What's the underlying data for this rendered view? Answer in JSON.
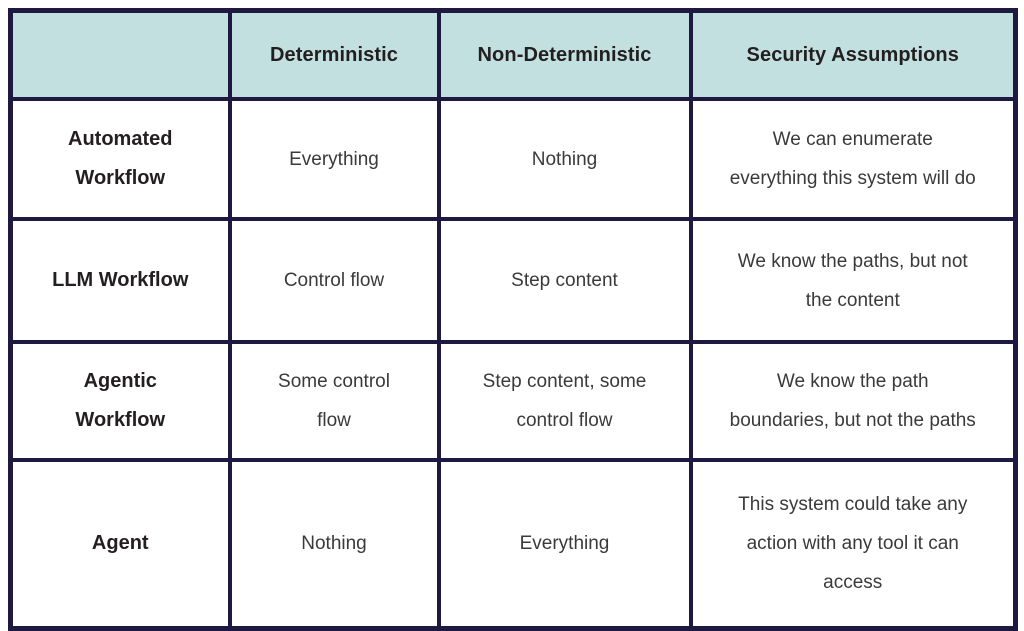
{
  "chart_data": {
    "type": "table",
    "title": "",
    "columns": [
      "",
      "Deterministic",
      "Non-Deterministic",
      "Security Assumptions"
    ],
    "rows": [
      [
        "Automated Workflow",
        "Everything",
        "Nothing",
        "We can enumerate everything this system will do"
      ],
      [
        "LLM Workflow",
        "Control flow",
        "Step content",
        "We know the paths, but not the content"
      ],
      [
        "Agentic Workflow",
        "Some control flow",
        "Step content, some control flow",
        "We know the path boundaries, but not the paths"
      ],
      [
        "Agent",
        "Nothing",
        "Everything",
        "This system could take any action with any tool it can access"
      ]
    ],
    "layout_hints": {
      "header_row_filled": true,
      "first_column_is_row_headers": true,
      "grid": "all-borders"
    }
  },
  "display": {
    "header": {
      "c0": "",
      "c1": "Deterministic",
      "c2": "Non-Deterministic",
      "c3": "Security Assumptions"
    },
    "rows": [
      {
        "h": "Automated\nWorkflow",
        "c1": "Everything",
        "c2": "Nothing",
        "c3": "We can enumerate\neverything this system will do"
      },
      {
        "h": "LLM Workflow",
        "c1": "Control flow",
        "c2": "Step content",
        "c3": "We know the paths, but not\nthe content"
      },
      {
        "h": "Agentic\nWorkflow",
        "c1": "Some control\nflow",
        "c2": "Step content, some\ncontrol flow",
        "c3": "We know the path\nboundaries, but not the paths"
      },
      {
        "h": "Agent",
        "c1": "Nothing",
        "c2": "Everything",
        "c3": "This system could take any\naction with any tool it can\naccess"
      }
    ]
  },
  "colors": {
    "header_background": "#c3e0e1",
    "border": "#1e1941",
    "header_text": "#231f20",
    "body_text": "#3a3a3a",
    "page_background": "#ffffff"
  }
}
